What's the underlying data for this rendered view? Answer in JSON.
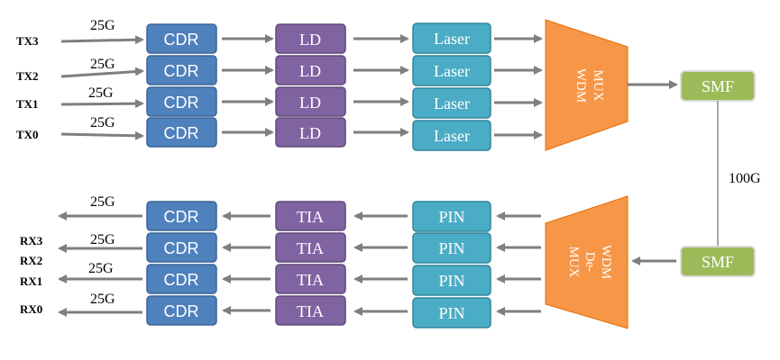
{
  "tx": {
    "ports": [
      "TX3",
      "TX2",
      "TX1",
      "TX0"
    ],
    "rate": "25G",
    "cdr": "CDR",
    "driver": "LD",
    "emitter": "Laser",
    "mux_line1": "WDM",
    "mux_line2": "MUX"
  },
  "rx": {
    "ports": [
      "RX3",
      "RX2",
      "RX1",
      "RX0"
    ],
    "rate": "25G",
    "cdr": "CDR",
    "amp": "TIA",
    "detector": "PIN",
    "demux_line1": "WDM",
    "demux_line2": "De-",
    "demux_line3": "MUX"
  },
  "link": {
    "fiber": "SMF",
    "rate": "100G"
  },
  "colors": {
    "cdr": "#4f81bd",
    "cdr_border": "#3a6596",
    "driver": "#8064a2",
    "driver_border": "#604a7b",
    "optic": "#4bacc6",
    "optic_border": "#31859c",
    "wdm": "#f79646",
    "fiber": "#9bbb59",
    "arrow": "#7f7f7f"
  }
}
